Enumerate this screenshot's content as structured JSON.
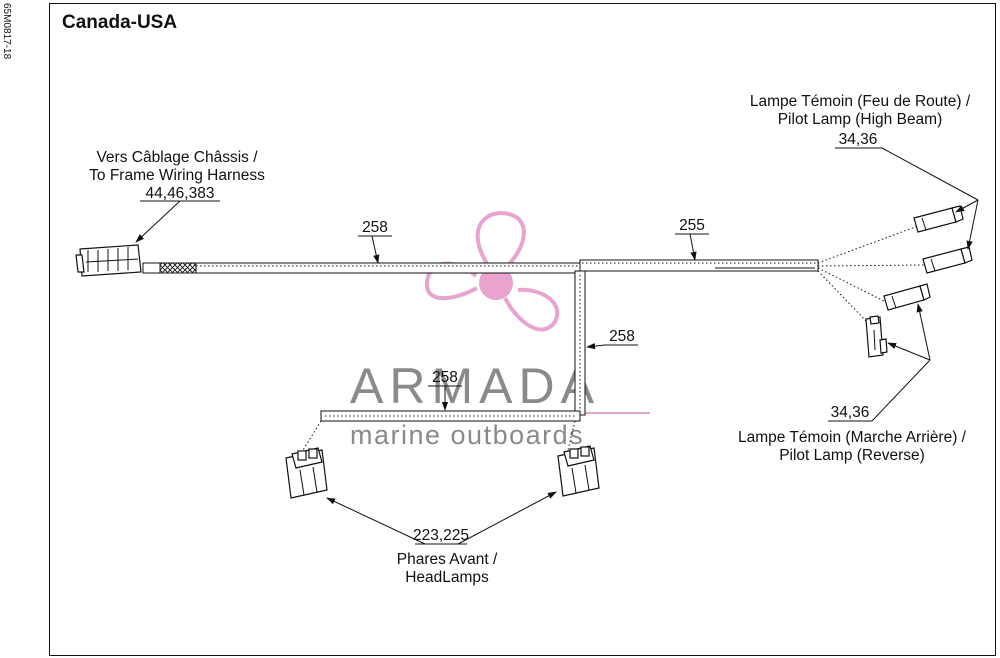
{
  "side_code": "65M0817-18",
  "title": "Canada-USA",
  "frame_harness": {
    "line1": "Vers Câblage Châssis /",
    "line2": "To Frame Wiring Harness",
    "ref": "44,46,383"
  },
  "wire_258_main": "258",
  "wire_255": "255",
  "wire_258_branch": "258",
  "wire_258_headlamp": "258",
  "high_beam": {
    "line1": "Lampe Témoin (Feu de Route) /",
    "line2": "Pilot Lamp (High Beam)",
    "ref": "34,36"
  },
  "reverse": {
    "ref": "34,36",
    "line1": "Lampe Témoin (Marche Arrière) /",
    "line2": "Pilot Lamp (Reverse)"
  },
  "headlamps": {
    "ref": "223,225",
    "line1": "Phares Avant /",
    "line2": "HeadLamps"
  },
  "watermark": {
    "brand": "ARMADA",
    "tagline": "marine outboards",
    "color": "#e8a3cf"
  }
}
